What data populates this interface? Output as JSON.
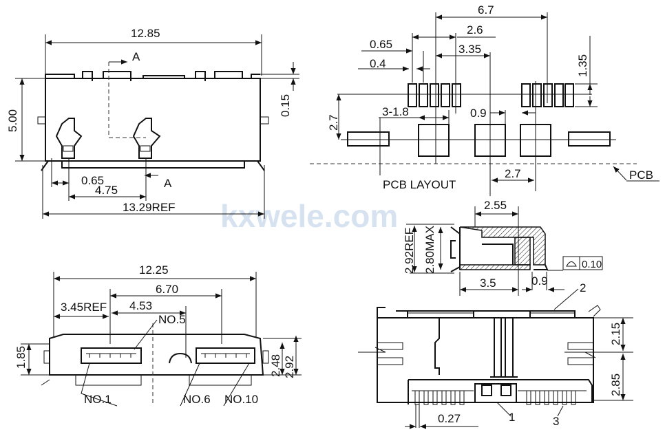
{
  "watermark": "kxwele.com",
  "front_view": {
    "width": "12.85",
    "height": "5.00",
    "offset": "0.15",
    "section_top": "A",
    "section_bottom": "A",
    "pin_pitch": "0.65",
    "pin_span": "4.75",
    "overall_ref": "13.29REF"
  },
  "plug_view": {
    "width": "12.25",
    "span": "6.70",
    "left_ref": "3.45REF",
    "center": "4.53",
    "height_a": "1.85",
    "height_b": "2.48",
    "height_c": "2.92",
    "pin_no1": "NO.1",
    "pin_no5": "NO.5",
    "pin_no6": "NO.6",
    "pin_no10": "NO.10"
  },
  "pcb_layout": {
    "title": "PCB LAYOUT",
    "pcb_label": "PCB",
    "d_6_7": "6.7",
    "d_2_6": "2.6",
    "d_0_65": "0.65",
    "d_3_35": "3.35",
    "d_0_4": "0.4",
    "d_1_35": "1.35",
    "d_2_7_v": "2.7",
    "d_3_1_8": "3-1.8",
    "d_0_9": "0.9",
    "d_2_7_h": "2.7"
  },
  "side_view": {
    "d_2_55": "2.55",
    "d_2_92ref": "2.92REF",
    "d_2_80max": "2.80MAX",
    "flatness": "0.10",
    "d_3_5": "3.5",
    "d_0_9": "0.9",
    "callout_2": "2"
  },
  "top_view": {
    "d_2_15": "2.15",
    "d_2_85": "2.85",
    "d_0_27": "0.27",
    "callout_1": "1",
    "callout_3": "3"
  }
}
